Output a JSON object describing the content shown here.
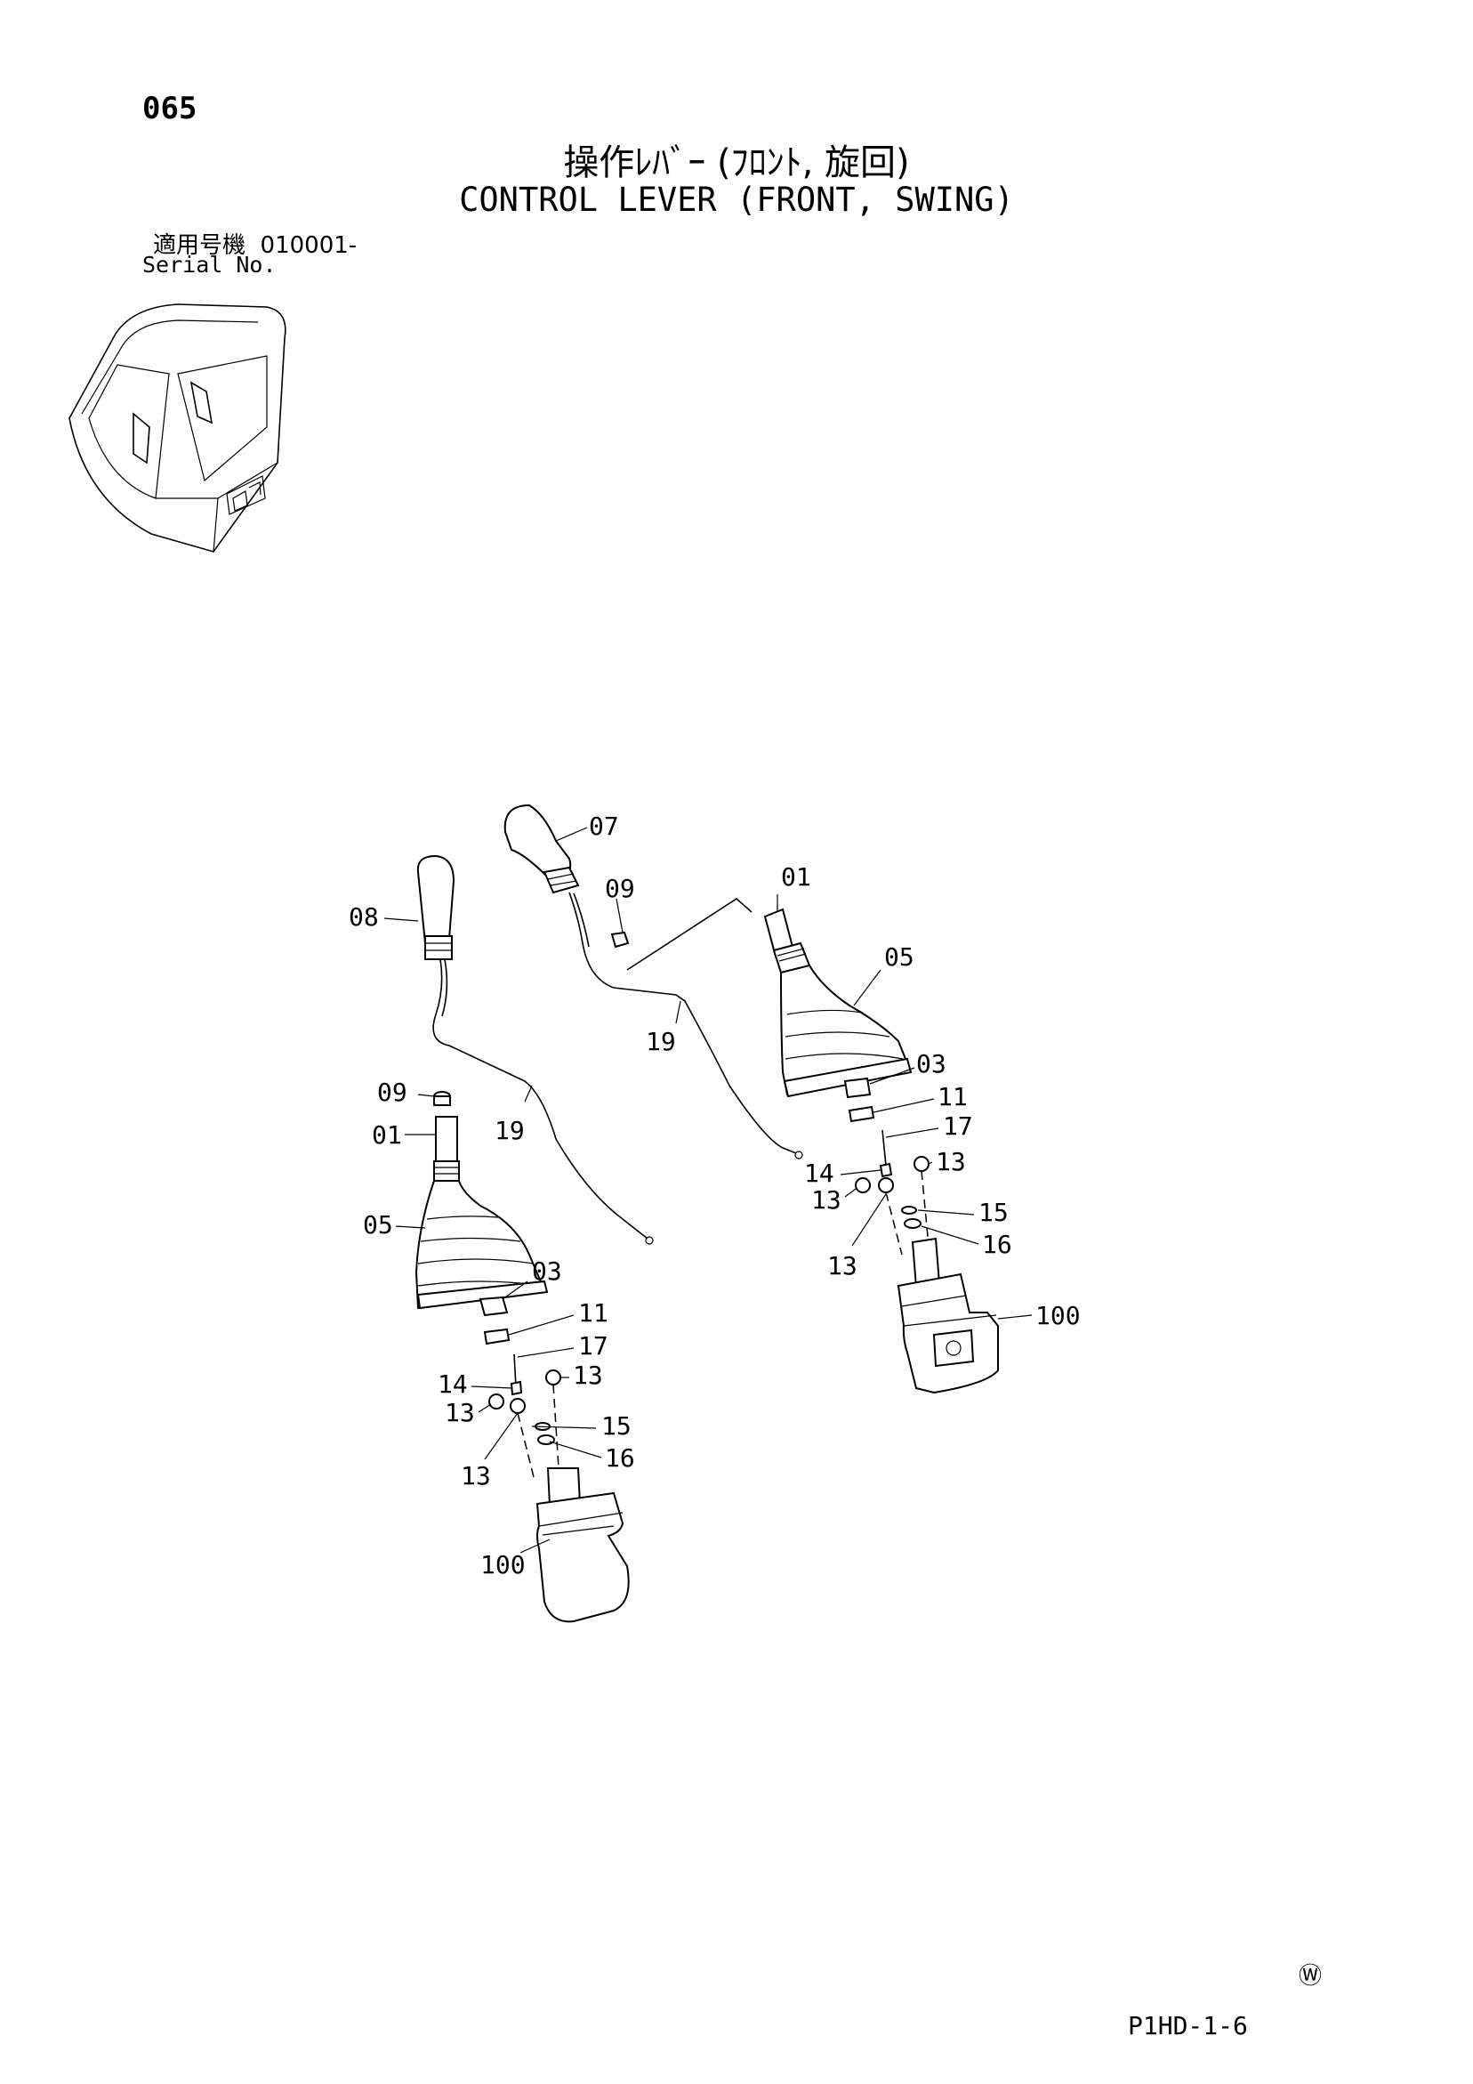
{
  "header": {
    "page_number": "065",
    "title_jp": "操作ﾚﾊﾞｰ (ﾌﾛﾝﾄ, 旋回)",
    "title_en": "CONTROL LEVER (FRONT, SWING)",
    "serial_label_jp": "適用号機",
    "serial_value": "010001-",
    "serial_label_en": "Serial No."
  },
  "diagram": {
    "left_lever": {
      "labels": [
        "08",
        "09",
        "01",
        "19",
        "05",
        "03",
        "11",
        "17",
        "14",
        "13",
        "13",
        "15",
        "16",
        "13",
        "100"
      ]
    },
    "right_lever": {
      "labels": [
        "07",
        "09",
        "01",
        "05",
        "19",
        "03",
        "11",
        "17",
        "14",
        "13",
        "13",
        "13",
        "15",
        "16",
        "100"
      ]
    }
  },
  "footer": {
    "mark": "Ⓦ",
    "code": "P1HD-1-6"
  }
}
